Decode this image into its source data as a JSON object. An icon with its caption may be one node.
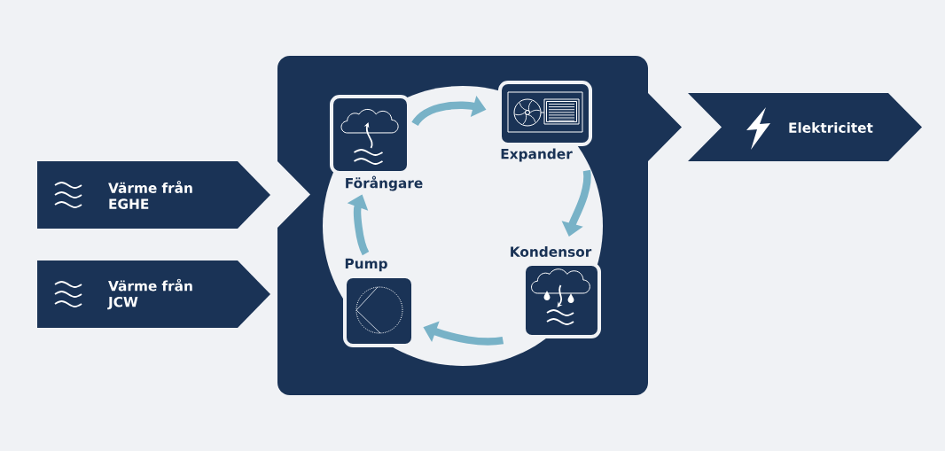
{
  "diagram": {
    "nodes": [
      {
        "text": [
          "Värme från EGHE"
        ]
      },
      {
        "text": [
          "Värme från JCW"
        ]
      },
      {
        "text": [],
        "shape": "box"
      },
      {
        "text": [
          "Förångare"
        ],
        "in": 2
      },
      {
        "text": [
          "Expander"
        ],
        "in": 2
      },
      {
        "text": [
          "Kondensor"
        ],
        "in": 2
      },
      {
        "text": [
          "Pump"
        ],
        "in": 2
      },
      {
        "text": [
          "Elektricitet"
        ]
      }
    ],
    "edges": [
      {
        "from": 3,
        "to": 4,
        "arrow": "to"
      },
      {
        "from": 4,
        "to": 5,
        "arrow": "to"
      },
      {
        "from": 5,
        "to": 6,
        "arrow": "to"
      },
      {
        "from": 6,
        "to": 3,
        "arrow": "to"
      }
    ]
  }
}
